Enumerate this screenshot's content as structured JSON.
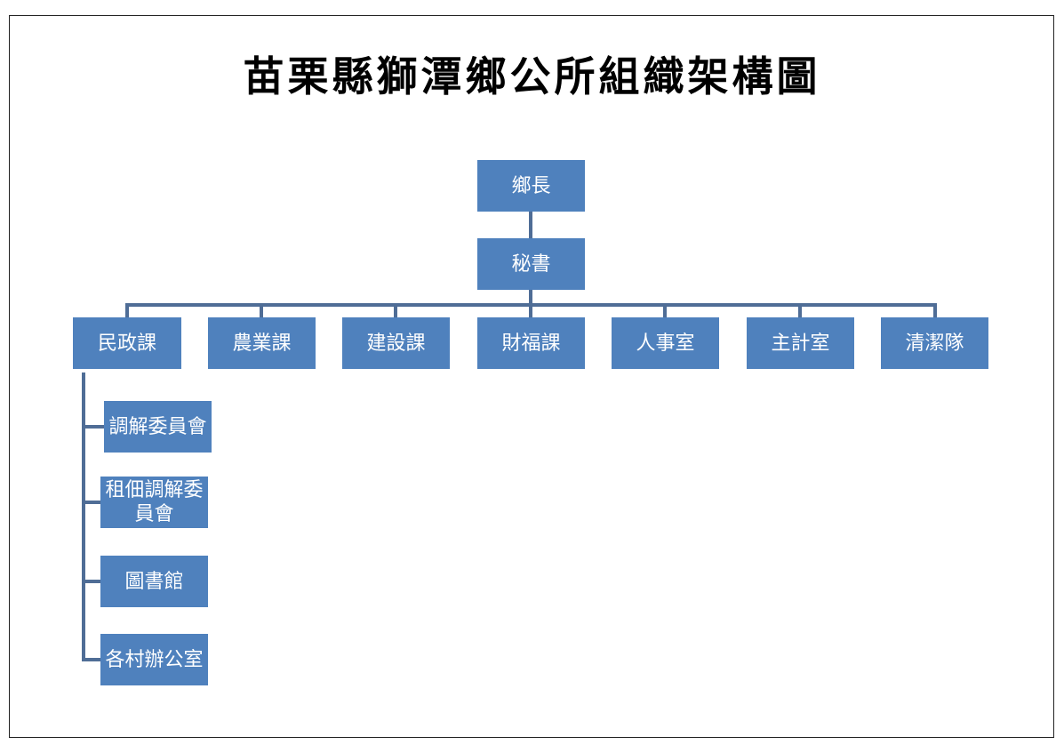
{
  "title": "苗栗縣獅潭鄉公所組織架構圖",
  "colors": {
    "box_fill": "#4f81bd",
    "connector": "#4f6d96",
    "text": "#ffffff"
  },
  "nodes": {
    "mayor": "鄉長",
    "secretary": "秘書",
    "departments": [
      "民政課",
      "農業課",
      "建設課",
      "財福課",
      "人事室",
      "主計室",
      "清潔隊"
    ],
    "civil_affairs_units": [
      "調解委員會",
      "租佃調解委員會",
      "圖書館",
      "各村辦公室"
    ]
  }
}
